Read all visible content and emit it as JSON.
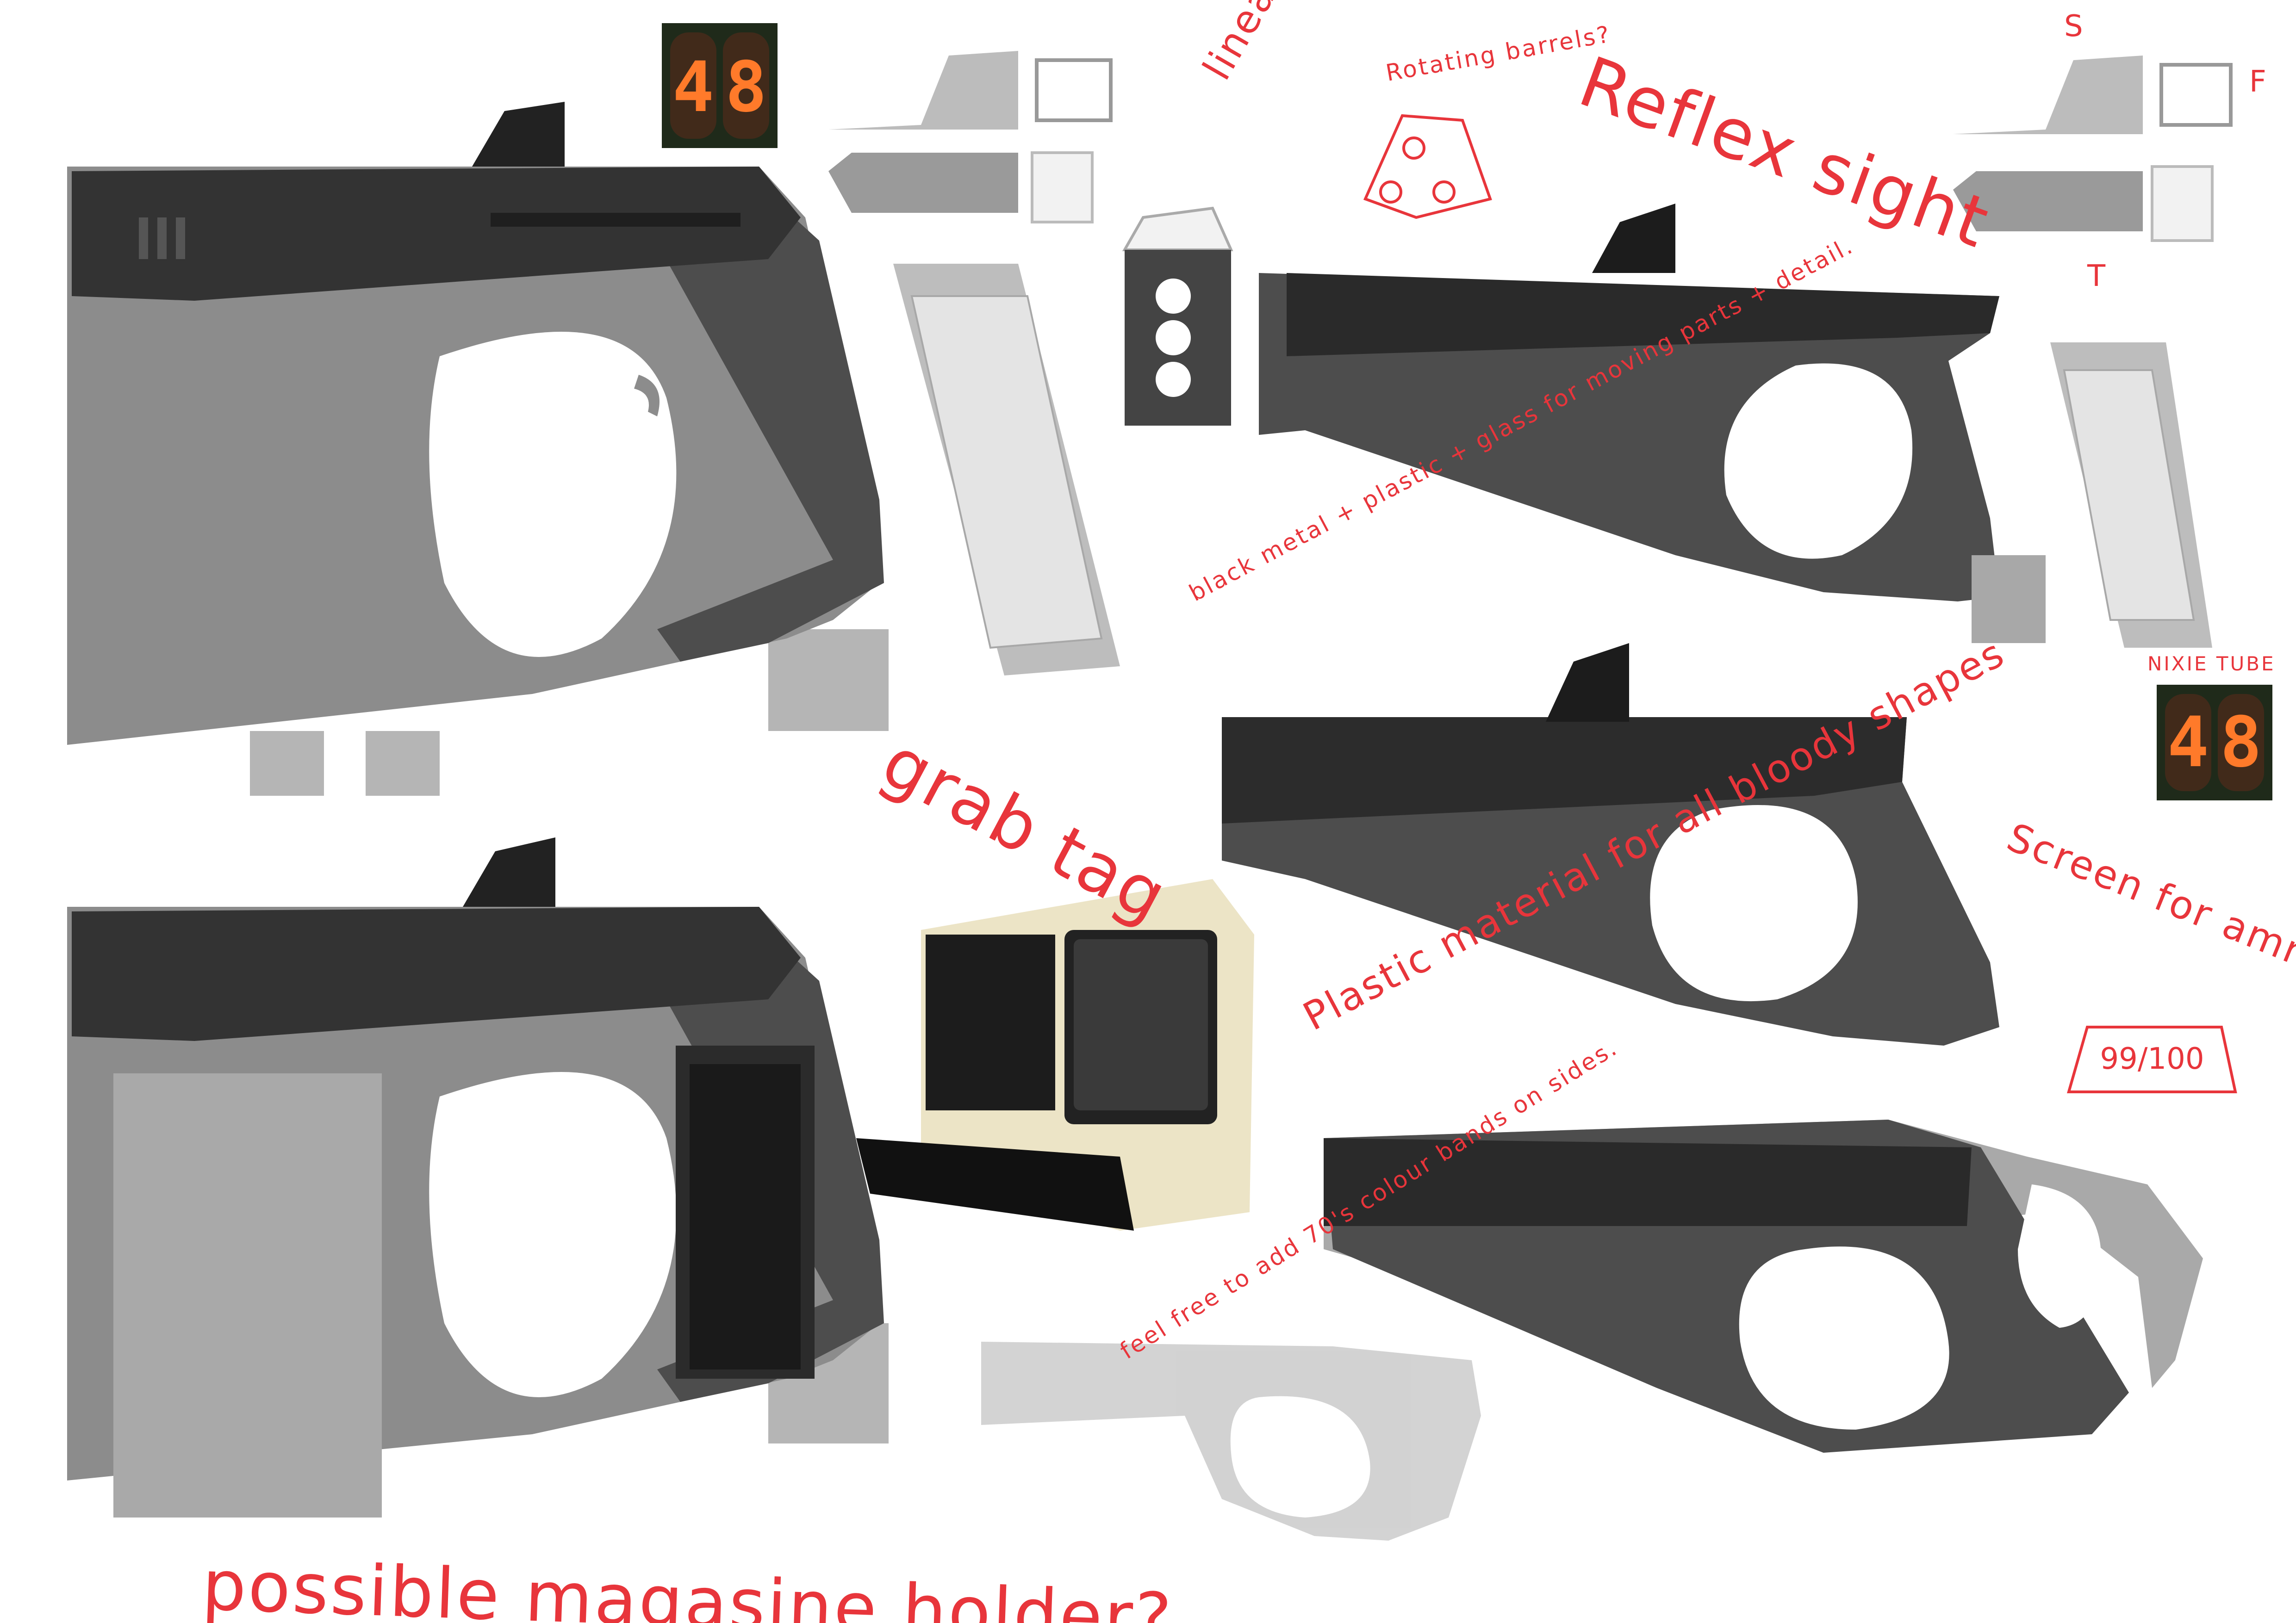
{
  "notes": {
    "linear_barrels": "linear multiple barrels?",
    "rotating_barrels": "Rotating barrels?",
    "reflex_sight": "Reflex sight",
    "grab_tag": "grab tag",
    "possible_mag_holder": "possible magasine holder?",
    "black_metal": "black metal + plastic + glass for moving parts + detail.",
    "plastic_material": "Plastic material for all bloody shapes",
    "seventies_bands": "feel free to add 70's colour bands on sides.",
    "nixie_tube": "NIXIE TUBE",
    "screen_for_ammo": "Screen for ammo count",
    "ammo_count": "99/100",
    "view_s": "S",
    "view_f": "F",
    "view_t": "T"
  },
  "nixie": {
    "digit_left": "4",
    "digit_right": "8"
  },
  "colors": {
    "ink": "#e8353b",
    "gun_body": "#8e8e8e",
    "gun_top": "#333333",
    "gun_dark_body": "#4d4d4d",
    "magazine_cell": "#e4e4e4",
    "terminal_cream": "#ece4c6",
    "nixie_glow": "#ff7a2a"
  }
}
